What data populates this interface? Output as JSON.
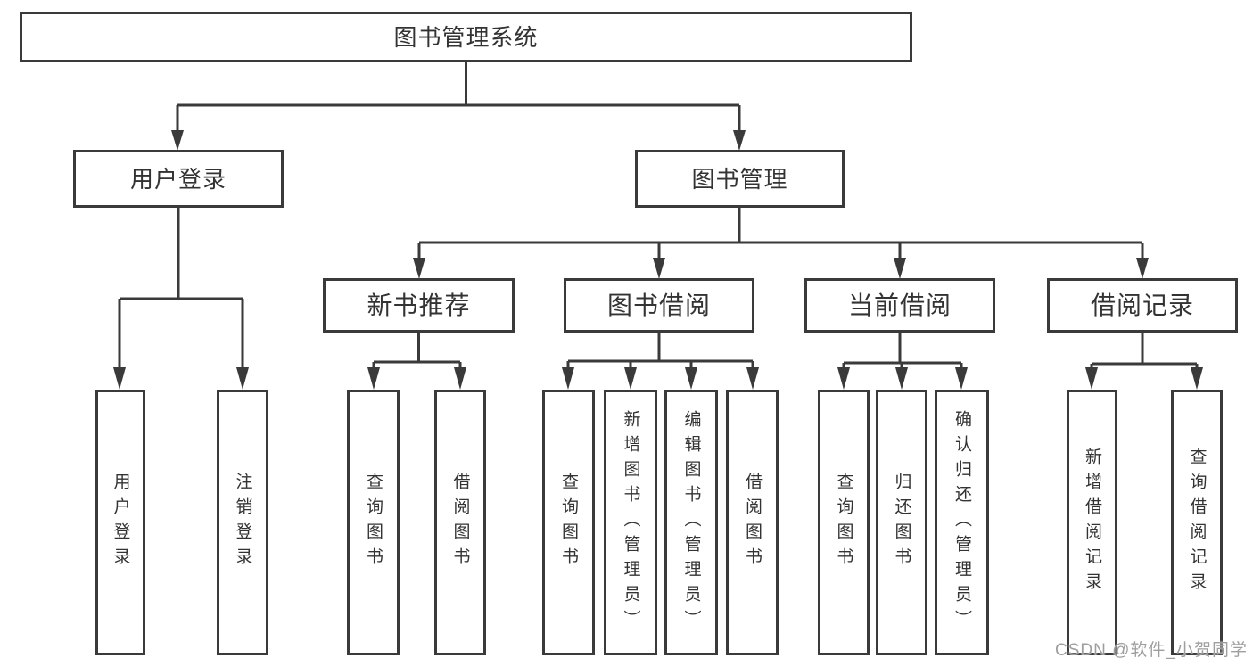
{
  "diagram": {
    "type": "hierarchy",
    "watermark": "CSDN @软件_小贺同学",
    "colors": {
      "line": "#3a3a3a",
      "text": "#333333",
      "watermark": "#9e9e9e",
      "background": "#ffffff"
    },
    "tree": {
      "label": "图书管理系统",
      "children": [
        {
          "label": "用户登录",
          "children": [
            {
              "label": "用户登录"
            },
            {
              "label": "注销登录"
            }
          ]
        },
        {
          "label": "图书管理",
          "children": [
            {
              "label": "新书推荐",
              "children": [
                {
                  "label": "查询图书"
                },
                {
                  "label": "借阅图书"
                }
              ]
            },
            {
              "label": "图书借阅",
              "children": [
                {
                  "label": "查询图书"
                },
                {
                  "label": "新增图书（管理员）"
                },
                {
                  "label": "编辑图书（管理员）"
                },
                {
                  "label": "借阅图书"
                }
              ]
            },
            {
              "label": "当前借阅",
              "children": [
                {
                  "label": "查询图书"
                },
                {
                  "label": "归还图书"
                },
                {
                  "label": "确认归还（管理员）"
                }
              ]
            },
            {
              "label": "借阅记录",
              "children": [
                {
                  "label": "新增借阅记录"
                },
                {
                  "label": "查询借阅记录"
                }
              ]
            }
          ]
        }
      ]
    }
  }
}
